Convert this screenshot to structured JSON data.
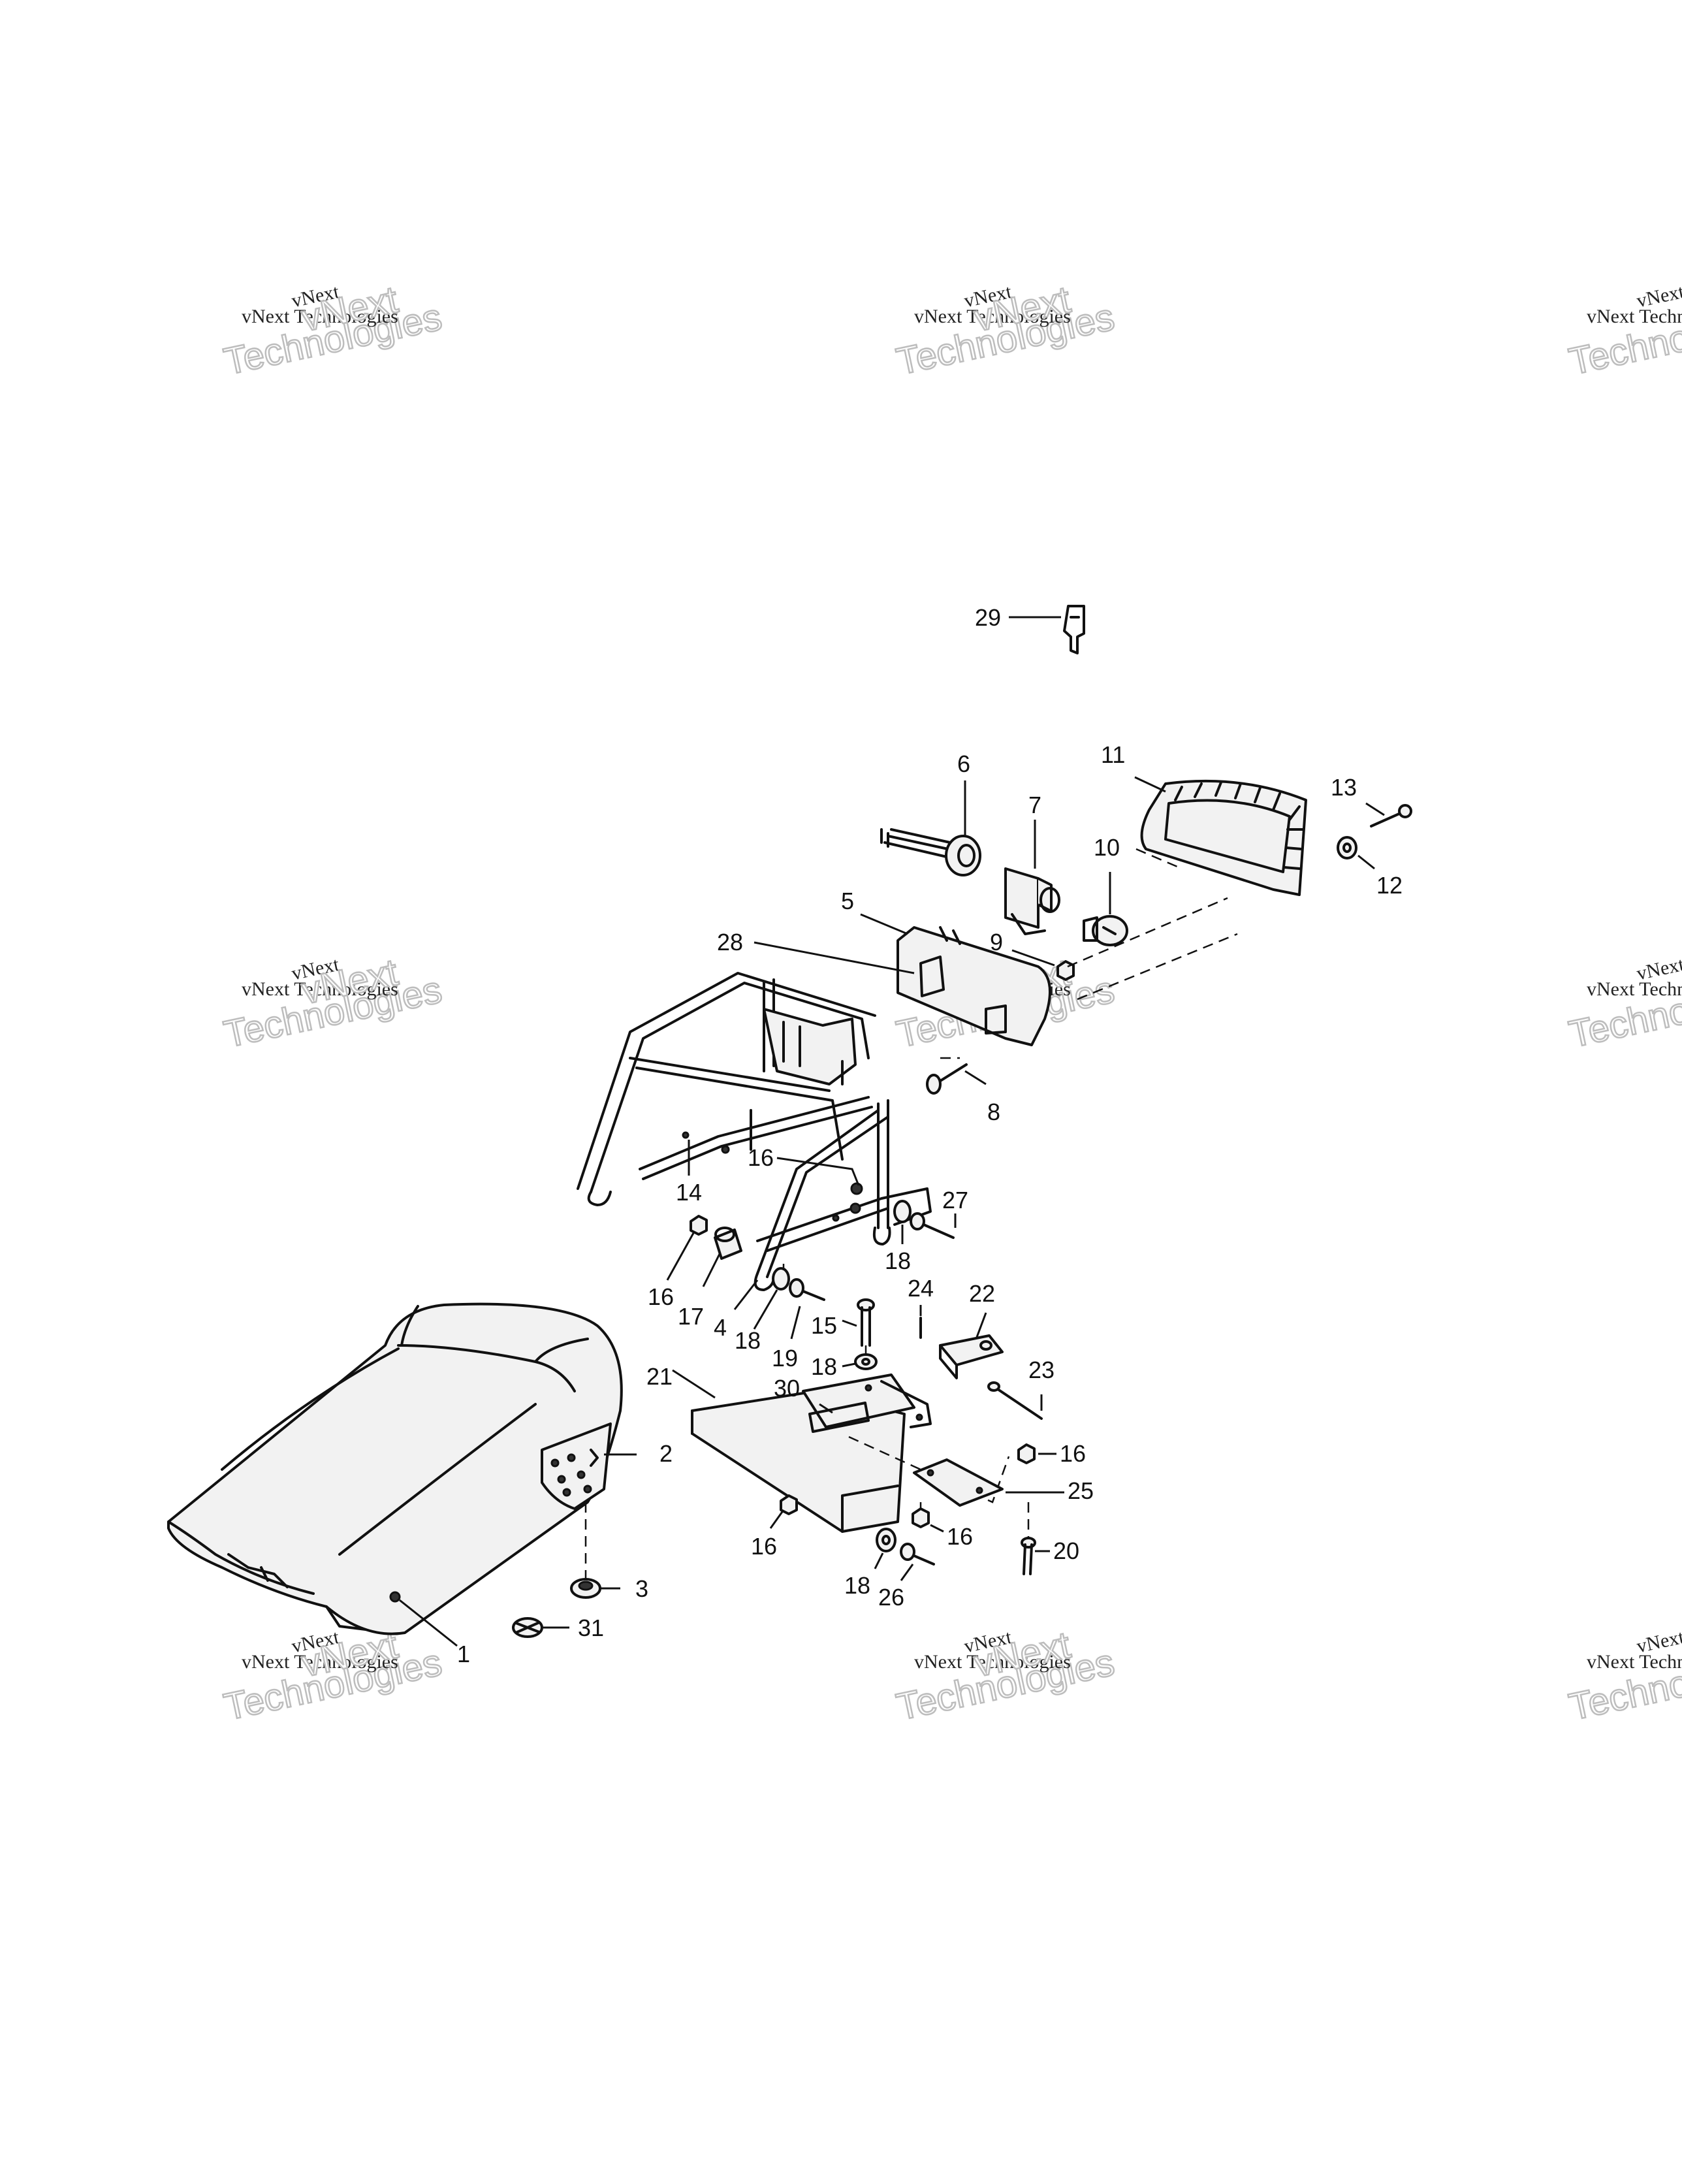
{
  "watermark": {
    "line1": "vNext",
    "line2": "vNext Technologies",
    "line3": "Technologies"
  },
  "callouts": {
    "c1": "1",
    "c2": "2",
    "c3": "3",
    "c4": "4",
    "c5": "5",
    "c6": "6",
    "c7": "7",
    "c8": "8",
    "c9": "9",
    "c10": "10",
    "c11": "11",
    "c12": "12",
    "c13": "13",
    "c14": "14",
    "c15": "15",
    "c16a": "16",
    "c16b": "16",
    "c16c": "16",
    "c16d": "16",
    "c16e": "16",
    "c17": "17",
    "c18a": "18",
    "c18b": "18",
    "c18c": "18",
    "c18d": "18",
    "c19": "19",
    "c20": "20",
    "c21": "21",
    "c22": "22",
    "c23": "23",
    "c24": "24",
    "c25": "25",
    "c26": "26",
    "c27": "27",
    "c28": "28",
    "c29": "29",
    "c30": "30",
    "c31": "31"
  }
}
